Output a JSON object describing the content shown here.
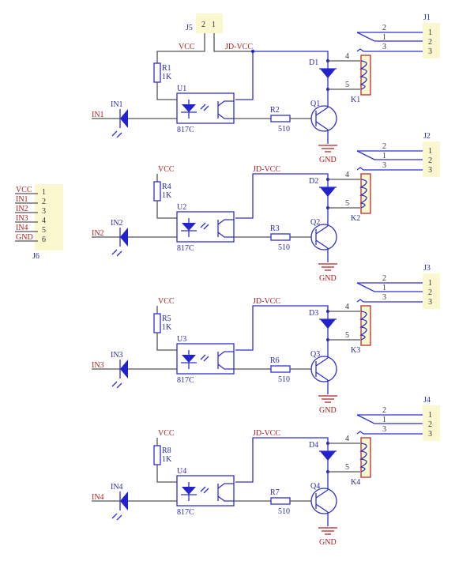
{
  "jumper": {
    "ref": "J5",
    "pins": [
      "2",
      "1"
    ],
    "left_net": "VCC",
    "right_net": "JD-VCC"
  },
  "input_header": {
    "ref": "J6",
    "pins": [
      {
        "net": "VCC",
        "pin": "1"
      },
      {
        "net": "IN1",
        "pin": "2"
      },
      {
        "net": "IN2",
        "pin": "3"
      },
      {
        "net": "IN3",
        "pin": "4"
      },
      {
        "net": "IN4",
        "pin": "5"
      },
      {
        "net": "GND",
        "pin": "6"
      }
    ]
  },
  "channels": [
    {
      "input": "IN1",
      "led": "IN1",
      "r_pull": "R1",
      "r_pull_val": "1K",
      "opto": "U1",
      "opto_part": "817C",
      "r_base": "R2",
      "r_base_val": "510",
      "diode": "D1",
      "transistor": "Q1",
      "relay": "K1",
      "relay_pin_a": "4",
      "relay_pin_b": "5",
      "contacts": [
        "2",
        "1",
        "3"
      ],
      "terminal": "J1",
      "terminal_pins": [
        "1",
        "2",
        "3"
      ],
      "vcc": "VCC",
      "jdvcc": "JD-VCC",
      "gnd": "GND"
    },
    {
      "input": "IN2",
      "led": "IN2",
      "r_pull": "R4",
      "r_pull_val": "1K",
      "opto": "U2",
      "opto_part": "817C",
      "r_base": "R3",
      "r_base_val": "510",
      "diode": "D2",
      "transistor": "Q2",
      "relay": "K2",
      "relay_pin_a": "4",
      "relay_pin_b": "5",
      "contacts": [
        "2",
        "1",
        "3"
      ],
      "terminal": "J2",
      "terminal_pins": [
        "1",
        "2",
        "3"
      ],
      "vcc": "VCC",
      "jdvcc": "JD-VCC",
      "gnd": "GND"
    },
    {
      "input": "IN3",
      "led": "IN3",
      "r_pull": "R5",
      "r_pull_val": "1K",
      "opto": "U3",
      "opto_part": "817C",
      "r_base": "R6",
      "r_base_val": "510",
      "diode": "D3",
      "transistor": "Q3",
      "relay": "K3",
      "relay_pin_a": "4",
      "relay_pin_b": "5",
      "contacts": [
        "2",
        "1",
        "3"
      ],
      "terminal": "J3",
      "terminal_pins": [
        "1",
        "2",
        "3"
      ],
      "vcc": "VCC",
      "jdvcc": "JD-VCC",
      "gnd": "GND"
    },
    {
      "input": "IN4",
      "led": "IN4",
      "r_pull": "R8",
      "r_pull_val": "1K",
      "opto": "U4",
      "opto_part": "817C",
      "r_base": "R7",
      "r_base_val": "510",
      "diode": "D4",
      "transistor": "Q4",
      "relay": "K4",
      "relay_pin_a": "4",
      "relay_pin_b": "5",
      "contacts": [
        "2",
        "1",
        "3"
      ],
      "terminal": "J4",
      "terminal_pins": [
        "1",
        "2",
        "3"
      ],
      "vcc": "VCC",
      "jdvcc": "JD-VCC",
      "gnd": "GND"
    }
  ]
}
